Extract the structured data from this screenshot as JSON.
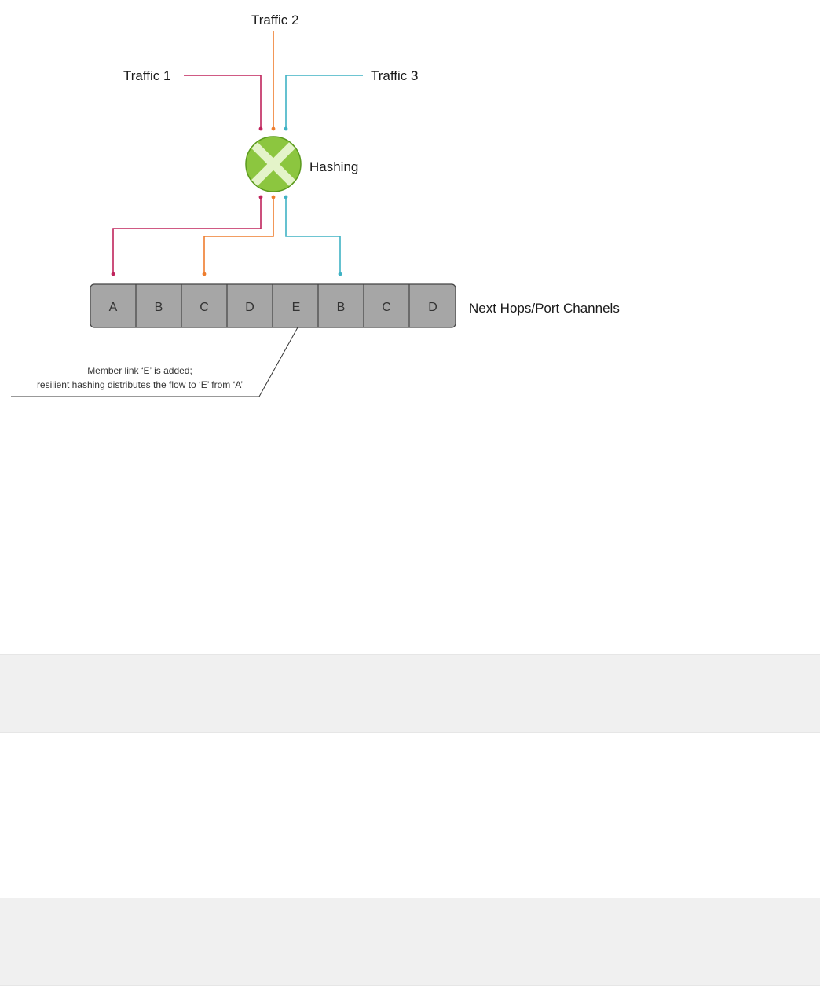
{
  "diagram": {
    "traffic": [
      {
        "label": "Traffic 1",
        "color": "#c0245c"
      },
      {
        "label": "Traffic 2",
        "color": "#ee7d2e"
      },
      {
        "label": "Traffic 3",
        "color": "#3fb2c4"
      }
    ],
    "hashing_label": "Hashing",
    "hash_icon": "hashing-cross-circle-icon",
    "hash_colors": {
      "fill": "#8cc63f",
      "stroke": "#5b9a1e",
      "cross": "#e4f4c9"
    },
    "slots": [
      "A",
      "B",
      "C",
      "D",
      "E",
      "B",
      "C",
      "D"
    ],
    "highlighted_slot_color": "#e52b2b",
    "slots_label": "Next Hops/Port Channels",
    "annotation": {
      "line1": "Member link ‘E’ is added;",
      "line2": "resilient hashing distributes the flow to ‘E’ from ‘A’"
    }
  }
}
